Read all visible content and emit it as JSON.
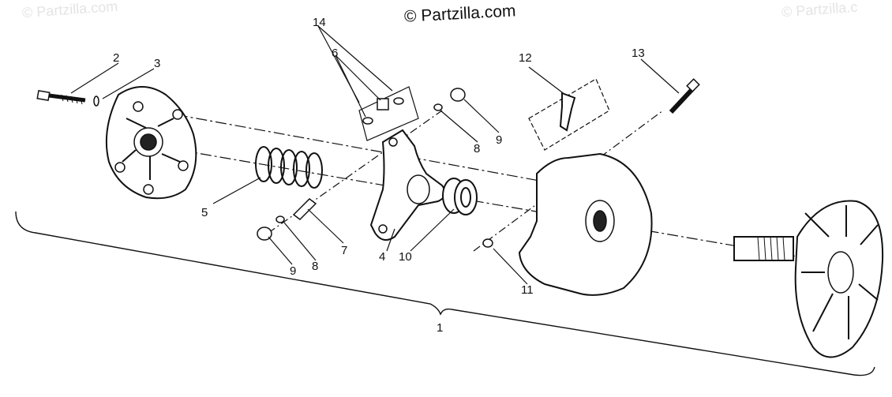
{
  "watermarks": {
    "main": "© Partzilla.com",
    "left": "© Partzilla.com",
    "right": "© Partzilla.c"
  },
  "colors": {
    "ink": "#111111",
    "watermark": "#e4e4e4",
    "background": "#ffffff"
  },
  "callouts": {
    "c1": "1",
    "c2": "2",
    "c3": "3",
    "c4": "4",
    "c5": "5",
    "c6": "6",
    "c7": "7",
    "c8a": "8",
    "c8b": "8",
    "c9a": "9",
    "c9b": "9",
    "c10": "10",
    "c11": "11",
    "c12": "12",
    "c13": "13",
    "c14": "14"
  }
}
